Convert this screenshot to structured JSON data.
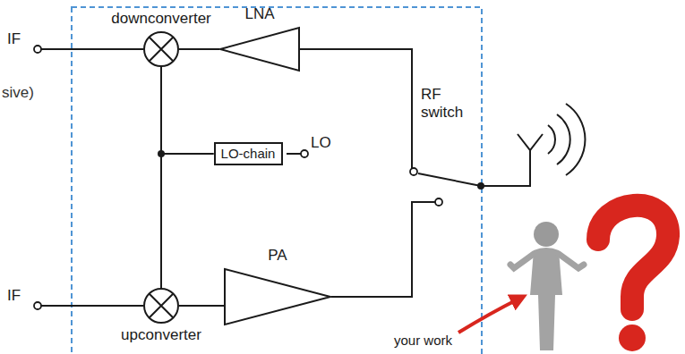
{
  "diagram": {
    "nodes": [
      {
        "text": [
          "downconverter"
        ]
      },
      {
        "text": [
          "LNA"
        ]
      },
      {
        "text": [
          "LO-chain"
        ]
      },
      {
        "text": [
          "upconverter"
        ]
      },
      {
        "text": [
          "PA"
        ]
      }
    ],
    "edges": [
      {
        "from": 1,
        "to": 0,
        "arrow": "none"
      },
      {
        "from": 2,
        "to": 0,
        "arrow": "none"
      },
      {
        "from": 2,
        "to": 3,
        "arrow": "none"
      },
      {
        "from": 3,
        "to": 4,
        "arrow": "none"
      }
    ],
    "labels": [
      "IF",
      "IF",
      "LO",
      "RF switch",
      "sive)",
      "your work"
    ]
  }
}
